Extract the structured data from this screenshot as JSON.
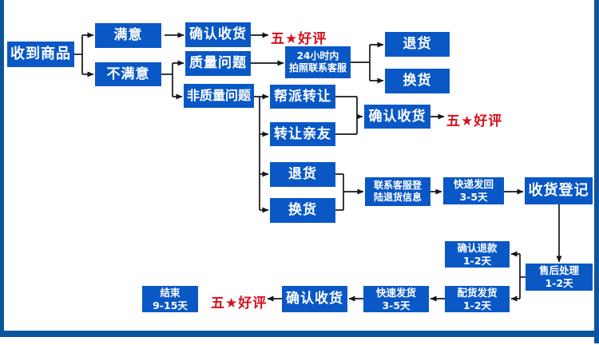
{
  "diagram": {
    "nodes": {
      "received": {
        "label": "收到商品"
      },
      "satisfied": {
        "label": "满意"
      },
      "unsatisfied": {
        "label": "不满意"
      },
      "confirmA": {
        "label": "确认收货"
      },
      "quality": {
        "label": "质量问题"
      },
      "nonQuality": {
        "label": "非质量问题"
      },
      "within24h": {
        "line1": "24小时内",
        "line2": "拍照联系客服"
      },
      "returnA": {
        "label": "退货"
      },
      "exchangeA": {
        "label": "换货"
      },
      "guildTransfer": {
        "label": "帮派转让"
      },
      "transferFriends": {
        "label": "转让亲友"
      },
      "confirmB": {
        "label": "确认收货"
      },
      "returnB": {
        "label": "退货"
      },
      "exchangeB": {
        "label": "换货"
      },
      "contactService": {
        "line1": "联系客服登",
        "line2": "陆退货信息"
      },
      "expressBack": {
        "line1": "快递发回",
        "line2": "3-5天"
      },
      "registration": {
        "label": "收货登记"
      },
      "confirmRefund": {
        "line1": "确认退款",
        "line2": "1-2天"
      },
      "afterSales": {
        "line1": "售后处理",
        "line2": "1-2天"
      },
      "dispatch": {
        "line1": "配货发货",
        "line2": "1-2天"
      },
      "fastShip": {
        "line1": "快速发货",
        "line2": "3-5天"
      },
      "confirmC": {
        "label": "确认收货"
      },
      "end": {
        "line1": "结束",
        "line2": "9-15天"
      }
    },
    "labels": {
      "starA": "五★好评",
      "starB": "五★好评",
      "starC": "五★好评"
    },
    "colors": {
      "node_blue": "#0A58C6",
      "frame_blue": "#0C559C",
      "highlight_red": "#D3111C",
      "connector_black": "#161616"
    }
  }
}
